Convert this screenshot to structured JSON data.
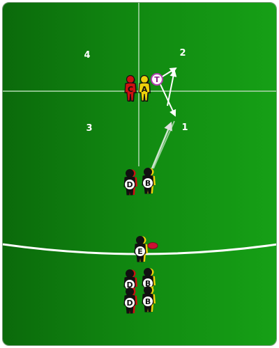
{
  "colors": {
    "field_dark": "#0b6a0b",
    "field_light": "#17a317",
    "line": "#c8e8c8",
    "team_red": "#cc1111",
    "team_yellow": "#ecd20a",
    "player_body": "#111111",
    "arrow": "#d9d9d9",
    "cone": "#c060c0",
    "ball": "#cc1133"
  },
  "zones": [
    {
      "id": "1",
      "label": "1"
    },
    {
      "id": "2",
      "label": "2"
    },
    {
      "id": "3",
      "label": "3"
    },
    {
      "id": "4",
      "label": "4"
    }
  ],
  "cone_label": "T",
  "players": [
    {
      "id": "c-top",
      "label": "C",
      "team": "red"
    },
    {
      "id": "a-top",
      "label": "A",
      "team": "yellow"
    },
    {
      "id": "d-mid",
      "label": "D",
      "team": "red"
    },
    {
      "id": "b-mid",
      "label": "B",
      "team": "yellow"
    },
    {
      "id": "e-line",
      "label": "E",
      "team": "yellow"
    },
    {
      "id": "d-queue1",
      "label": "D",
      "team": "red"
    },
    {
      "id": "b-queue1",
      "label": "B",
      "team": "yellow"
    },
    {
      "id": "d-queue2",
      "label": "D",
      "team": "red"
    },
    {
      "id": "b-queue2",
      "label": "B",
      "team": "yellow"
    }
  ]
}
